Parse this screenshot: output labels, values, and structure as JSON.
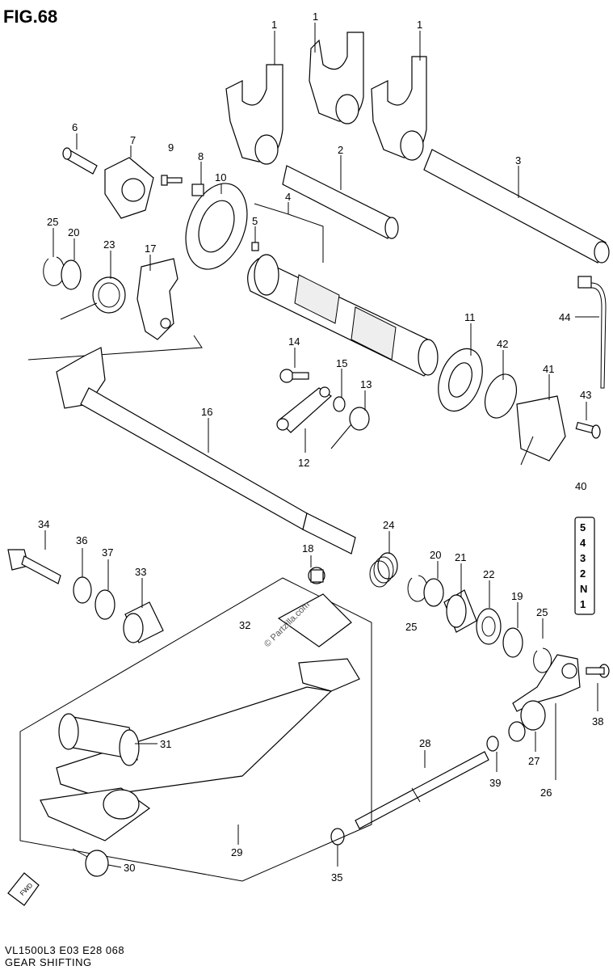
{
  "figure": {
    "title": "FIG.68",
    "footer_model": "VL1500L3  E03  E28  068",
    "footer_name": "GEAR SHIFTING",
    "watermark": "© Partzilla.com",
    "fwd_label": "FWD"
  },
  "callouts": {
    "c1a": "1",
    "c1b": "1",
    "c1c": "1",
    "c2": "2",
    "c3": "3",
    "c4": "4",
    "c5": "5",
    "c6": "6",
    "c7": "7",
    "c8": "8",
    "c9": "9",
    "c10": "10",
    "c11": "11",
    "c12": "12",
    "c13": "13",
    "c14": "14",
    "c15": "15",
    "c16": "16",
    "c17": "17",
    "c18": "18",
    "c19": "19",
    "c20a": "20",
    "c20b": "20",
    "c21": "21",
    "c22": "22",
    "c23": "23",
    "c24": "24",
    "c25a": "25",
    "c25b": "25",
    "c25c": "25",
    "c26": "26",
    "c27": "27",
    "c28": "28",
    "c29": "29",
    "c30": "30",
    "c31": "31",
    "c32": "32",
    "c33": "33",
    "c34": "34",
    "c35": "35",
    "c36": "36",
    "c37": "37",
    "c38": "38",
    "c39": "39",
    "c40": "40",
    "c41": "41",
    "c42": "42",
    "c43": "43",
    "c44": "44"
  },
  "gear_indicator": {
    "positions": [
      "5",
      "4",
      "3",
      "2",
      "N",
      "1"
    ]
  }
}
